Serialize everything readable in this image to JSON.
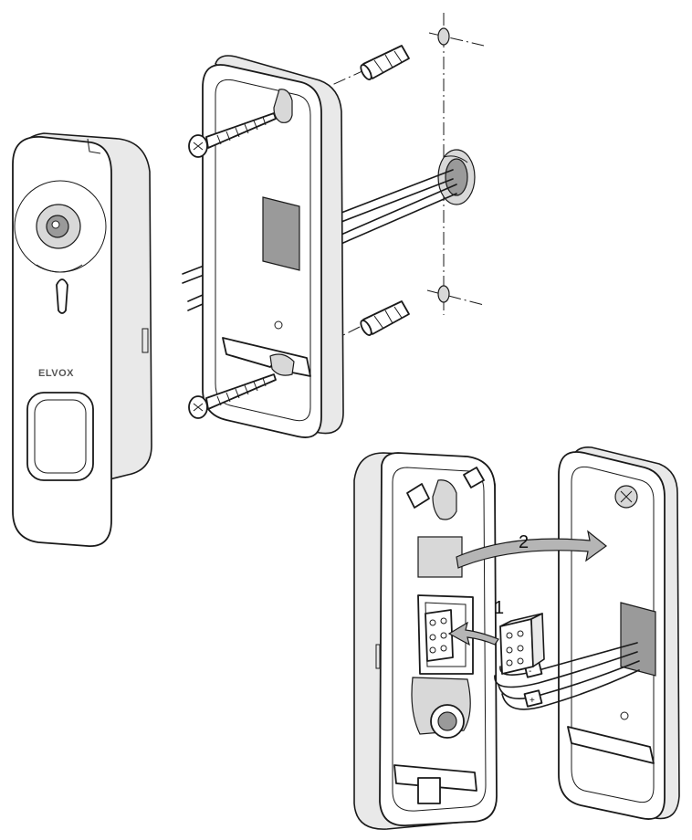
{
  "brand_logo": "ELVOX",
  "steps": {
    "step1": "1",
    "step2": "2"
  },
  "polarity": {
    "minus": "-",
    "plus": "+"
  },
  "colors": {
    "line": "#1a1a1a",
    "arrow_fill": "#b5b5b5",
    "part_side": "#e9e9e9"
  }
}
